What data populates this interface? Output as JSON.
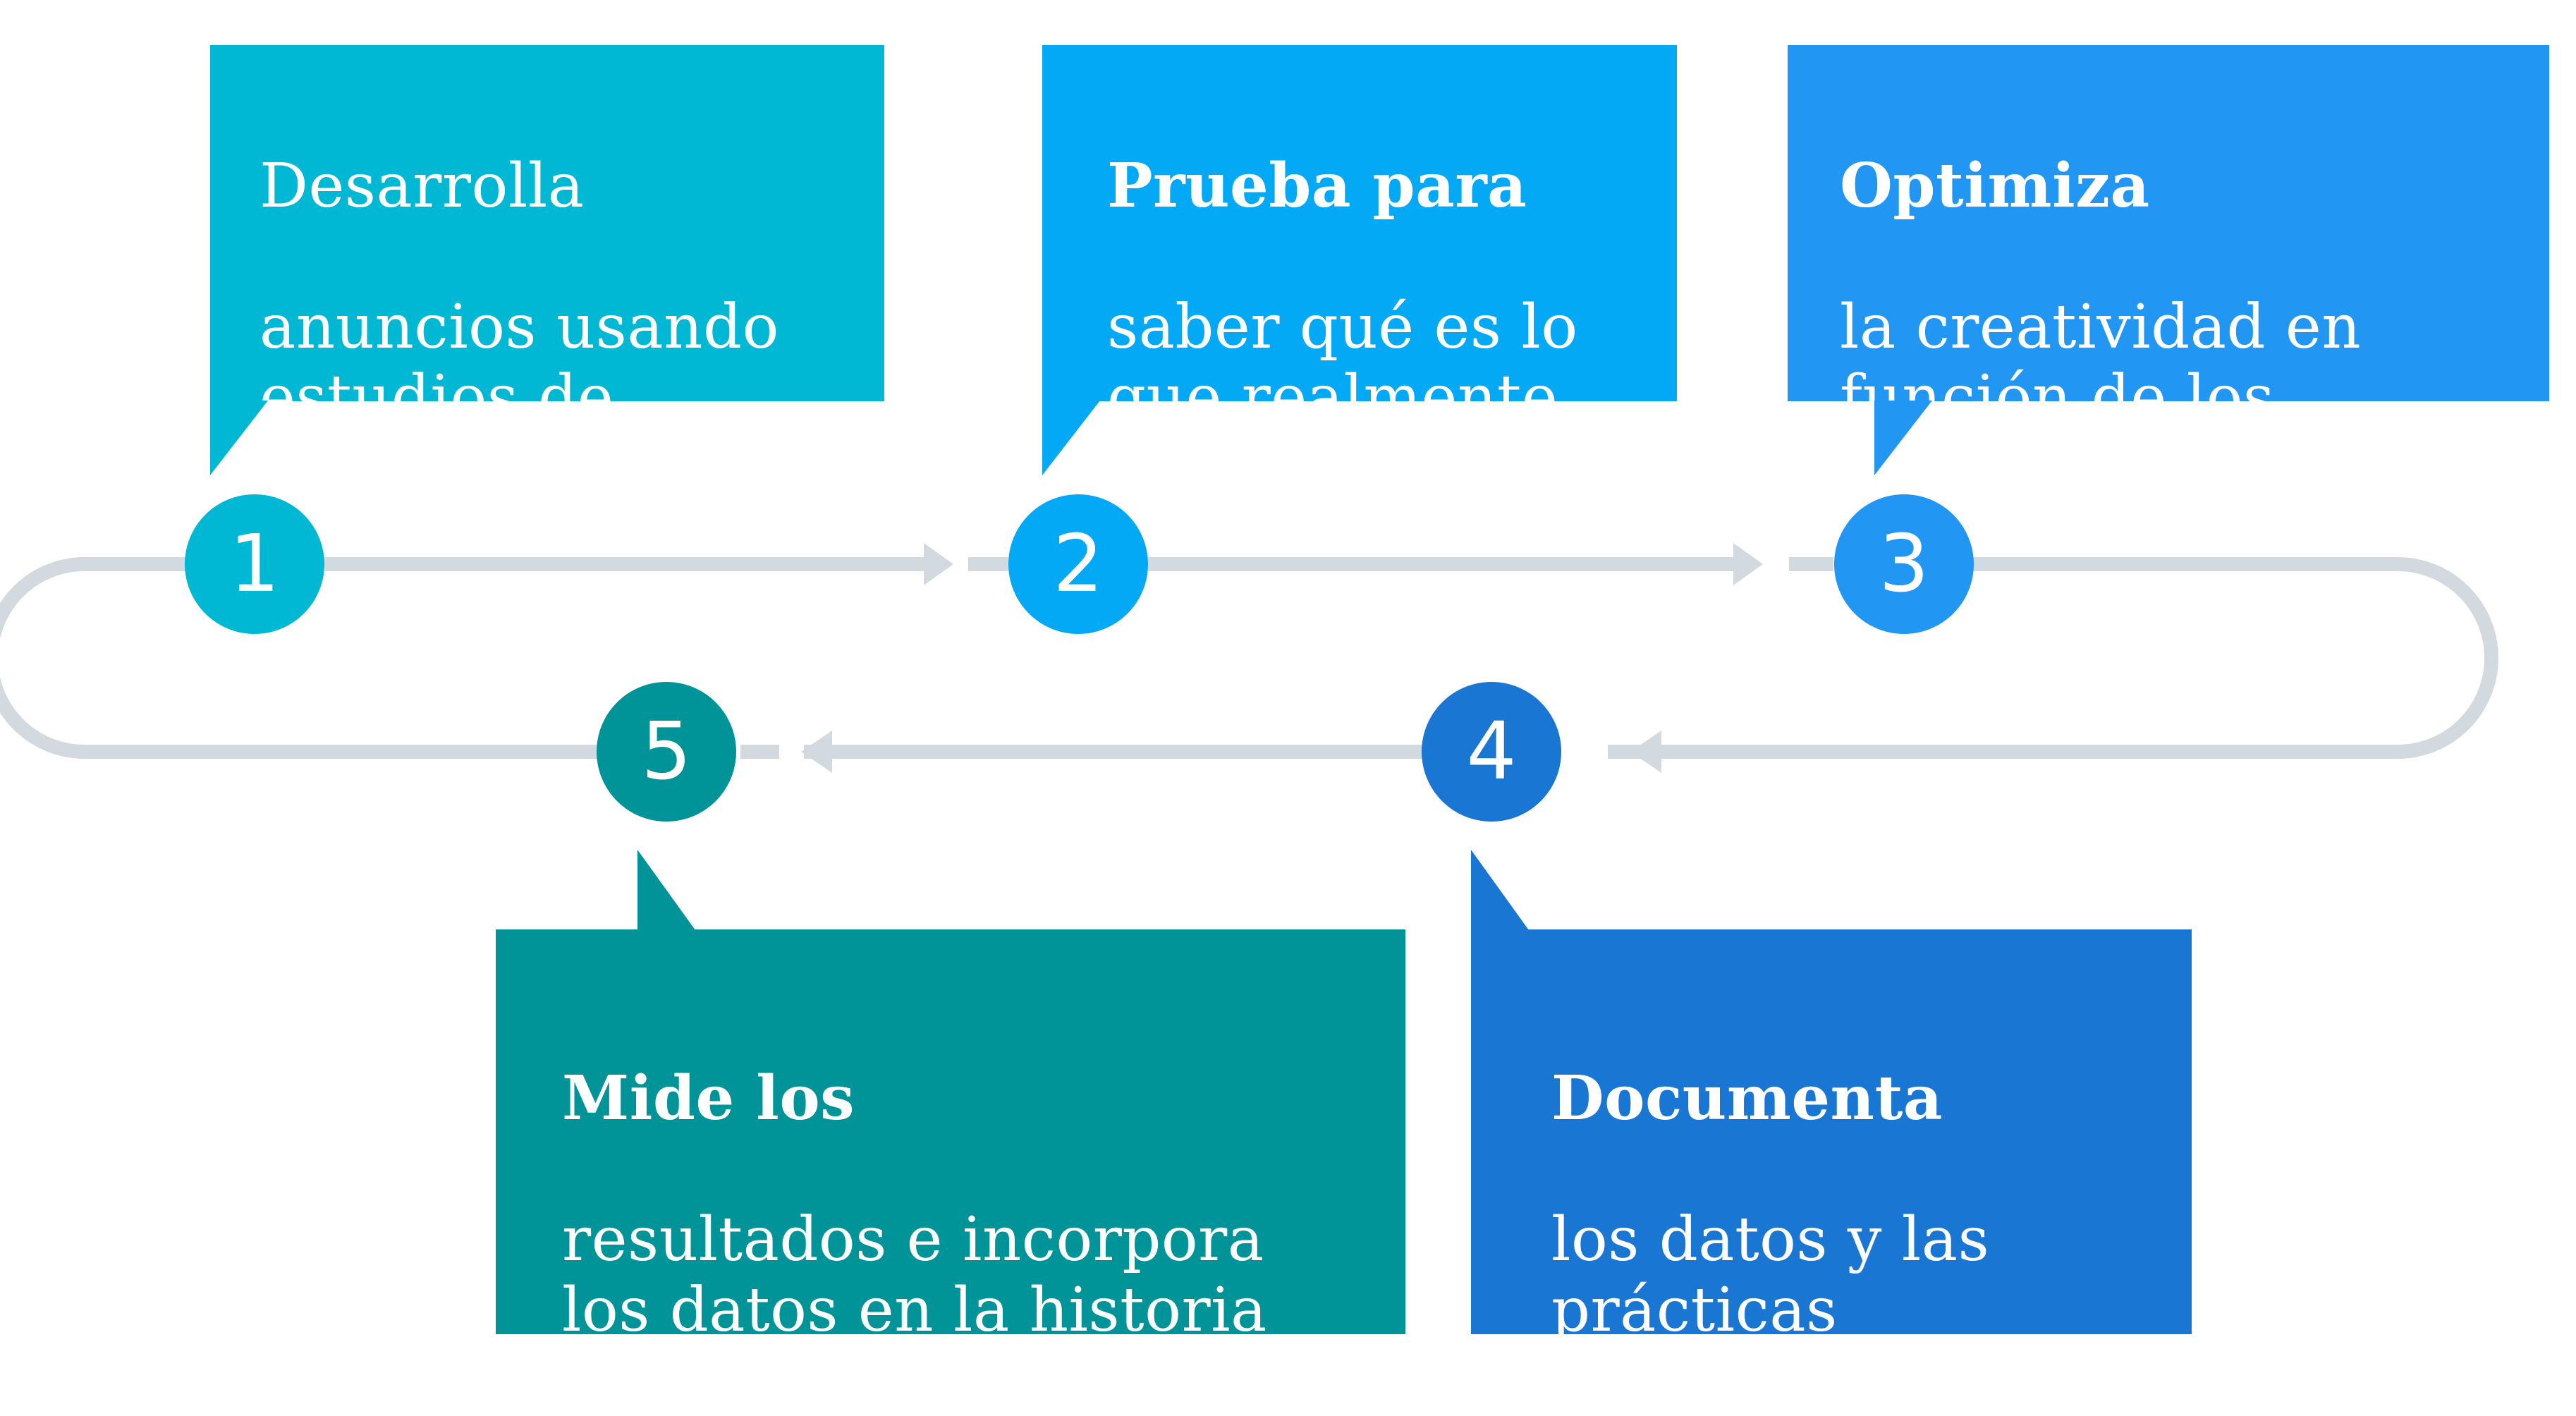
{
  "steps": [
    {
      "number": "1",
      "title": "",
      "line1": "Desarrolla",
      "rest": "anuncios usando\nestudios de\nconsumo",
      "color": "#00B8D4"
    },
    {
      "number": "2",
      "title": "Prueba para",
      "rest": "saber qué es lo\nque realmente\nfunciona",
      "color": "#03A9F4"
    },
    {
      "number": "3",
      "title": "Optimiza",
      "rest": "la creatividad en\nfunción de los\nmejores resultados",
      "color": "#2196F3"
    },
    {
      "number": "4",
      "title": "Documenta",
      "rest": "los datos y las\nprácticas\nrecomendadas",
      "color": "#1976D2"
    },
    {
      "number": "5",
      "title": "Mide los",
      "rest": "resultados e incorpora\nlos datos en la historia\ncreativa",
      "color": "#009499"
    }
  ],
  "connector_color": "#D2DAE0"
}
